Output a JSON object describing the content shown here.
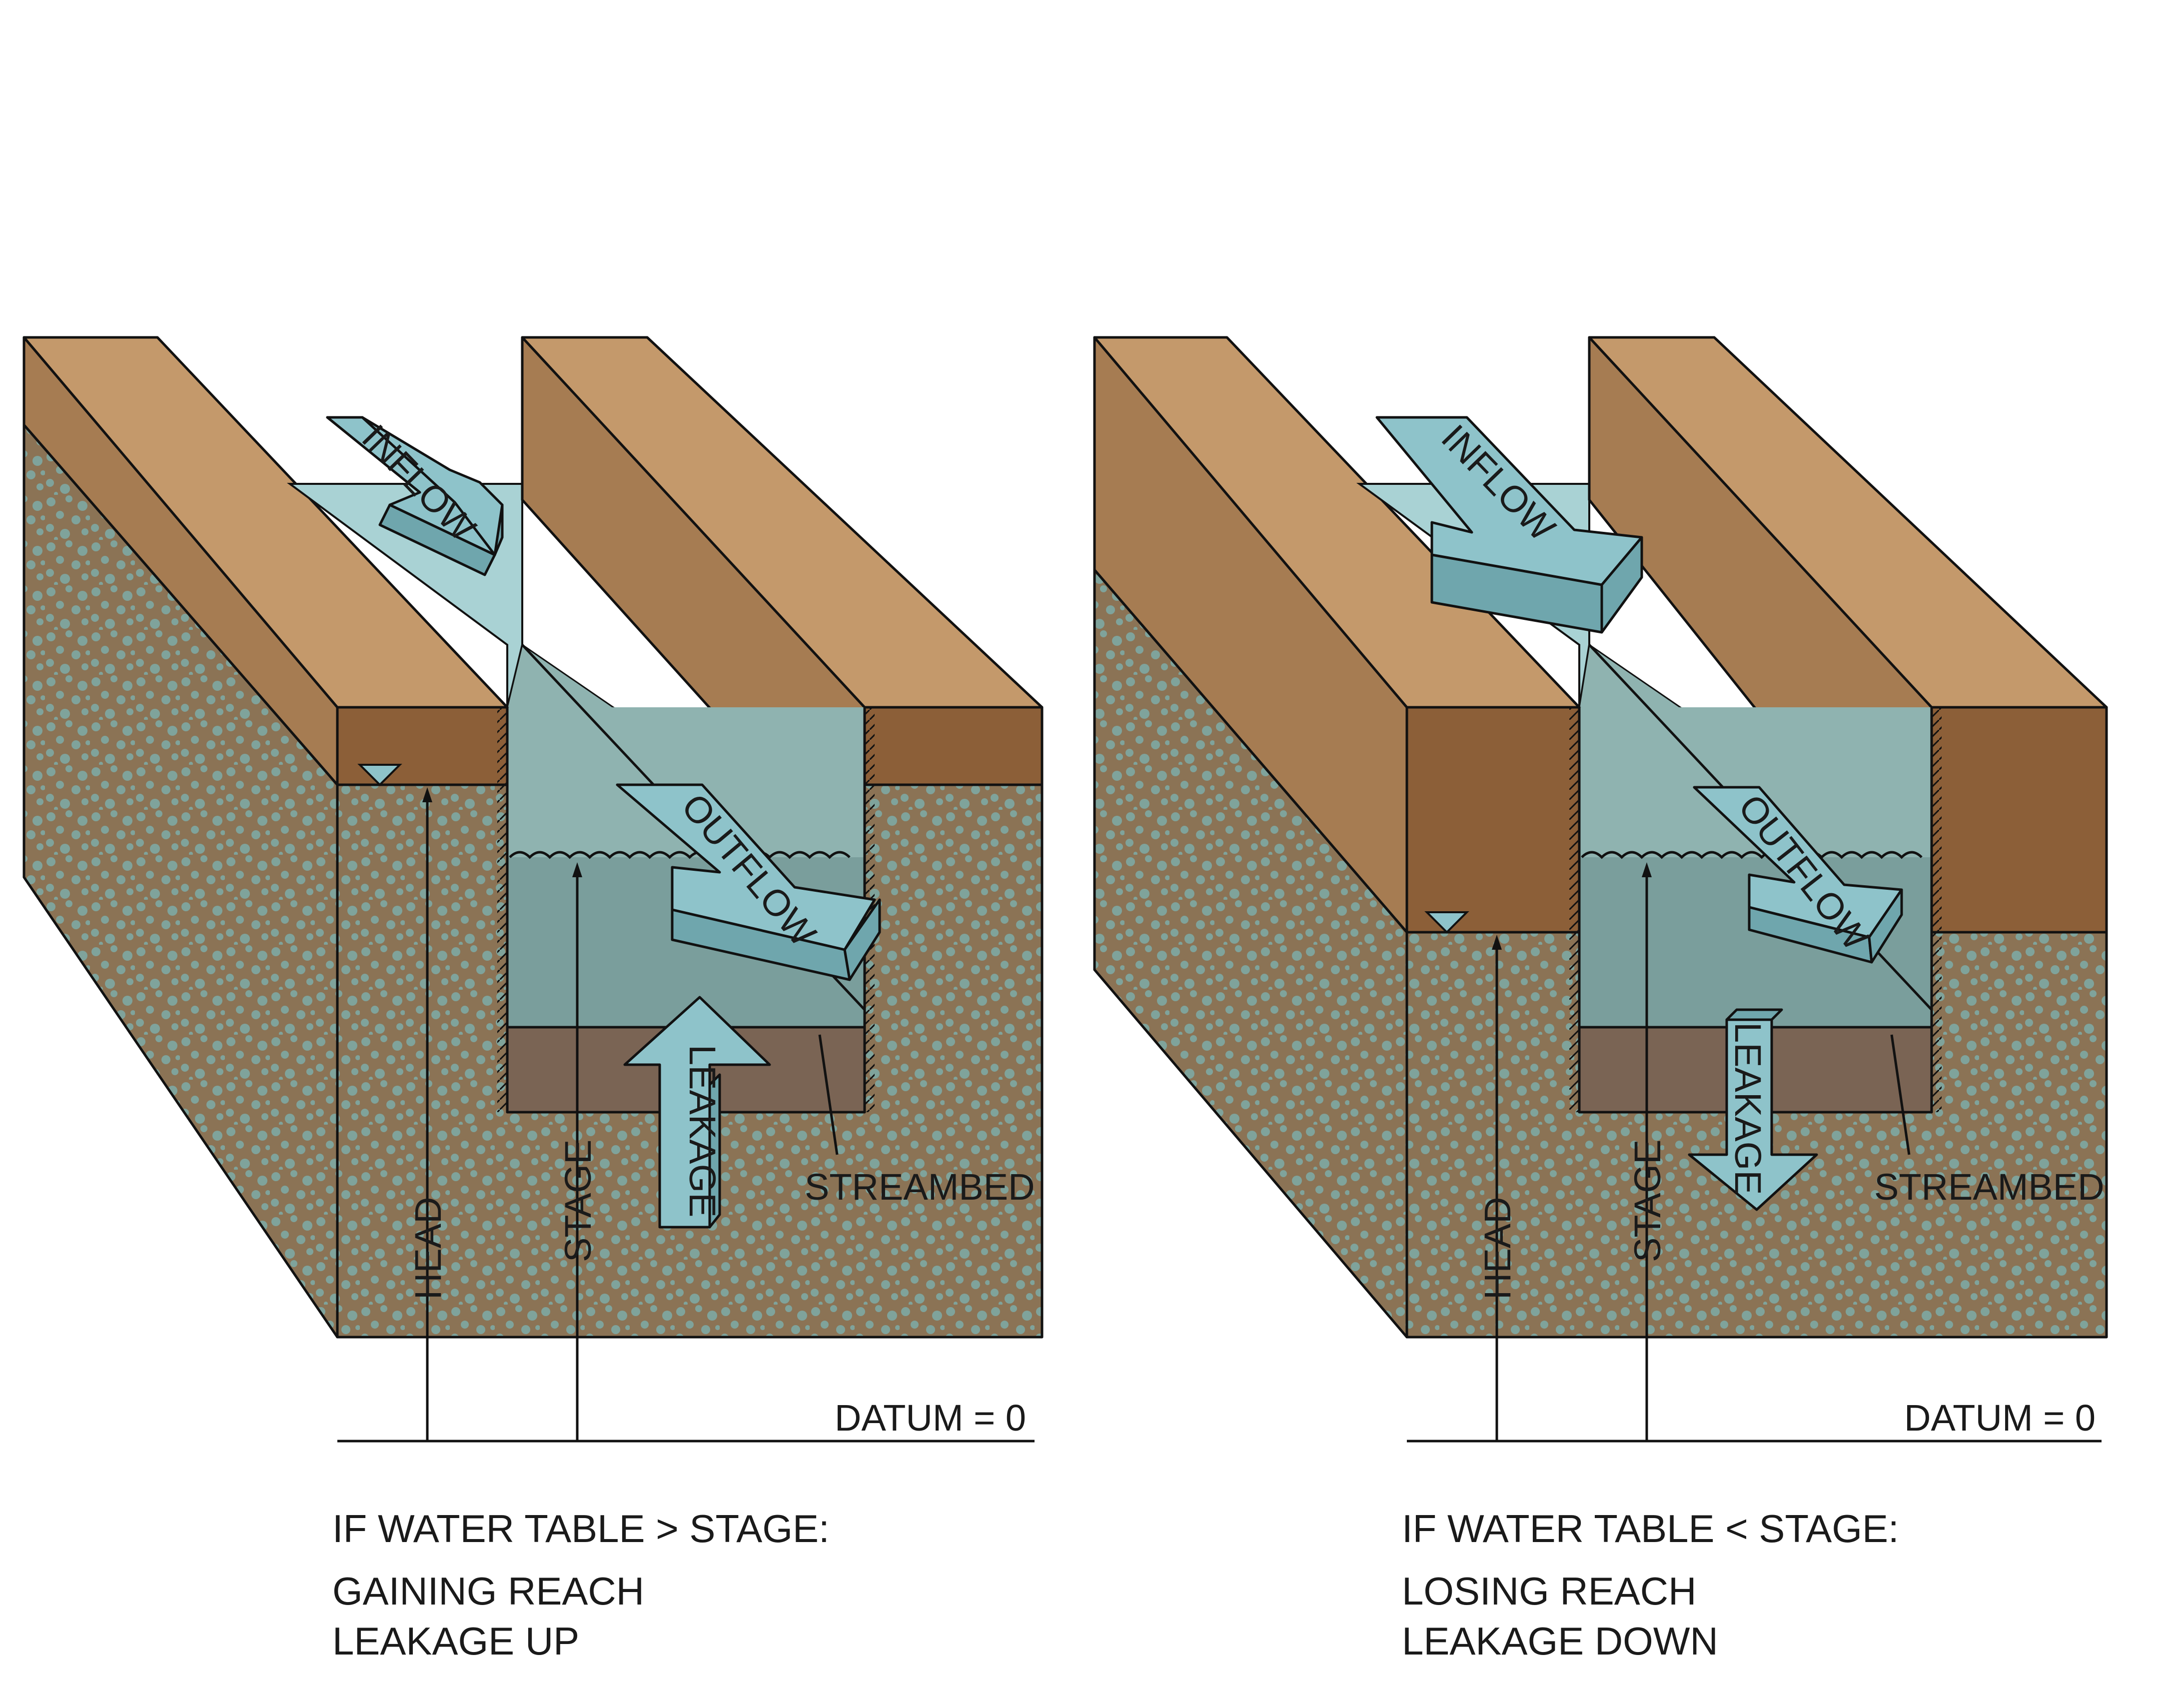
{
  "colors": {
    "bank_top": "#c4996b",
    "bank_face": "#a67c52",
    "bank_front": "#8c5f38",
    "soil_base": "#8b7355",
    "soil_speckle": "#7fa39b",
    "water_surface": "#a9d2d4",
    "water_body": "#8fb3b0",
    "water_deep": "#7a9e9c",
    "streambed": "#7a6454",
    "arrow_face": "#8ec3ca",
    "arrow_side": "#6fa6ad",
    "line": "#111111"
  },
  "panels": [
    {
      "arrows": {
        "inflow": "INFLOW",
        "outflow": "OUTFLOW",
        "leakage": "LEAKAGE"
      },
      "labels": {
        "streambed": "STREAMBED",
        "head": "HEAD",
        "stage": "STAGE",
        "datum": "DATUM = 0"
      },
      "caption": {
        "condition": "IF WATER TABLE > STAGE:",
        "line1": "GAINING REACH",
        "line2": "LEAKAGE UP"
      }
    },
    {
      "arrows": {
        "inflow": "INFLOW",
        "outflow": "OUTFLOW",
        "leakage": "LEAKAGE"
      },
      "labels": {
        "streambed": "STREAMBED",
        "head": "HEAD",
        "stage": "STAGE",
        "datum": "DATUM = 0"
      },
      "caption": {
        "condition": "IF WATER TABLE < STAGE:",
        "line1": "LOSING REACH",
        "line2": "LEAKAGE DOWN"
      }
    }
  ]
}
